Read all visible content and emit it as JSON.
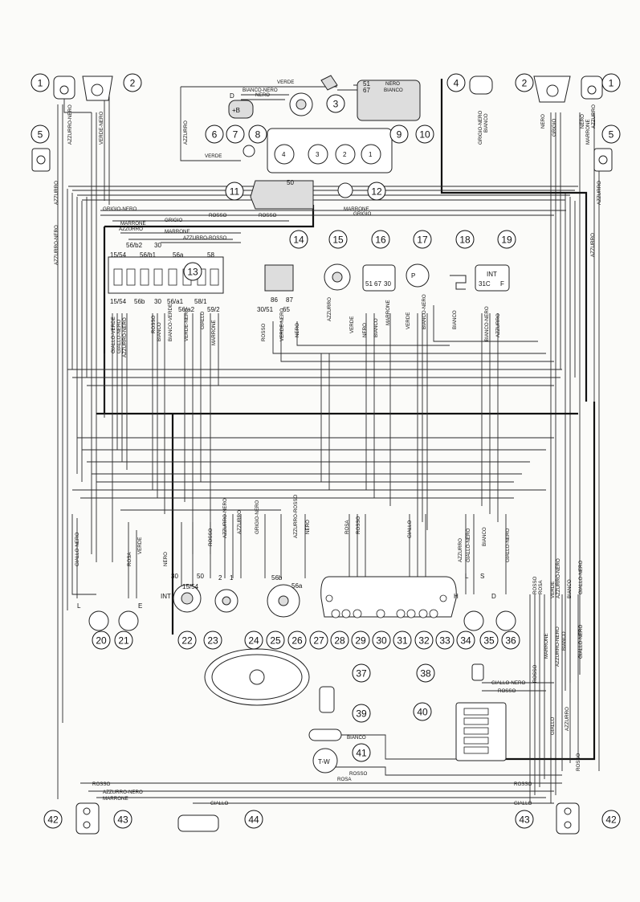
{
  "component_numbers": [
    "1",
    "2",
    "3",
    "4",
    "5",
    "6",
    "7",
    "8",
    "9",
    "10",
    "11",
    "12",
    "13",
    "14",
    "15",
    "16",
    "17",
    "18",
    "19",
    "20",
    "21",
    "22",
    "23",
    "24",
    "25",
    "26",
    "27",
    "28",
    "29",
    "30",
    "31",
    "32",
    "33",
    "34",
    "35",
    "36",
    "37",
    "38",
    "39",
    "40",
    "41",
    "42",
    "43",
    "44"
  ],
  "wire_colors": {
    "verde": "VERDE",
    "bianco_nero": "BIANCO-NERO",
    "nero": "NERO",
    "bianco": "BIANCO",
    "azzurro": "AZZURRO",
    "azzurro_nero": "AZZURRO-NERO",
    "grigio_nero": "GRIGIO-NERO",
    "rosso": "ROSSO",
    "marrone": "MARRONE",
    "grigio": "GRIGIO",
    "azzurro_rosso": "AZZURRO-ROSSO",
    "giallo_nero": "GIALLO-NERO",
    "rosa": "ROSA",
    "giallo": "GIALLO",
    "verde_nero": "VERDE-NERO",
    "giallo_verde": "GIALLO-VERDE",
    "bianco_verde": "BIANCO-VERDE"
  },
  "terminals": {
    "t15_54": "15/54",
    "t56b2": "56/b2",
    "t30": "30",
    "t56b1": "56/b1",
    "t56a": "56a",
    "t58": "58",
    "t56b": "56b",
    "t56a1": "56/a1",
    "t56a2": "56/a2",
    "t58_1": "58/1",
    "t59_2": "59/2",
    "t86": "86",
    "t87": "87",
    "t30_51": "30/51",
    "t65": "65",
    "t50": "50",
    "t51": "51",
    "t67": "67",
    "t31c": "31C",
    "tf": "F",
    "tint": "INT",
    "tp": "P",
    "t1": "1",
    "t2": "2",
    "t3": "3",
    "t4": "4",
    "tL": "L",
    "tE": "E",
    "tH": "H",
    "tS": "S",
    "tD": "D",
    "tB": "+B",
    "tW": "T-W"
  }
}
